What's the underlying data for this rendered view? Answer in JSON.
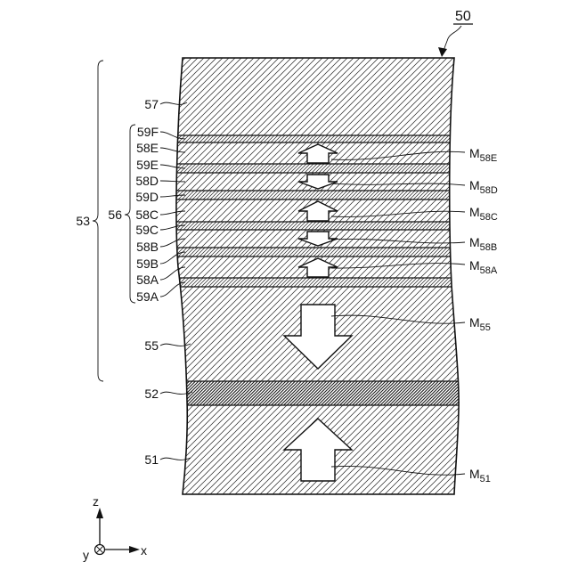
{
  "figure": {
    "reference": "50"
  },
  "structure": {
    "label_57": "57",
    "label_53": "53",
    "label_56": "56",
    "label_55": "55",
    "label_52": "52",
    "label_51": "51"
  },
  "sublayers": [
    "59F",
    "58E",
    "59E",
    "58D",
    "59D",
    "58C",
    "59C",
    "58B",
    "59B",
    "58A",
    "59A"
  ],
  "magnetizations": [
    {
      "symbol": "M",
      "subscript": "58E",
      "direction": "up"
    },
    {
      "symbol": "M",
      "subscript": "58D",
      "direction": "down"
    },
    {
      "symbol": "M",
      "subscript": "58C",
      "direction": "up"
    },
    {
      "symbol": "M",
      "subscript": "58B",
      "direction": "down"
    },
    {
      "symbol": "M",
      "subscript": "58A",
      "direction": "up"
    },
    {
      "symbol": "M",
      "subscript": "55",
      "direction": "down"
    },
    {
      "symbol": "M",
      "subscript": "51",
      "direction": "up"
    }
  ],
  "axes": {
    "vertical": "z",
    "horizontal": "x",
    "out_of_plane": "y"
  }
}
